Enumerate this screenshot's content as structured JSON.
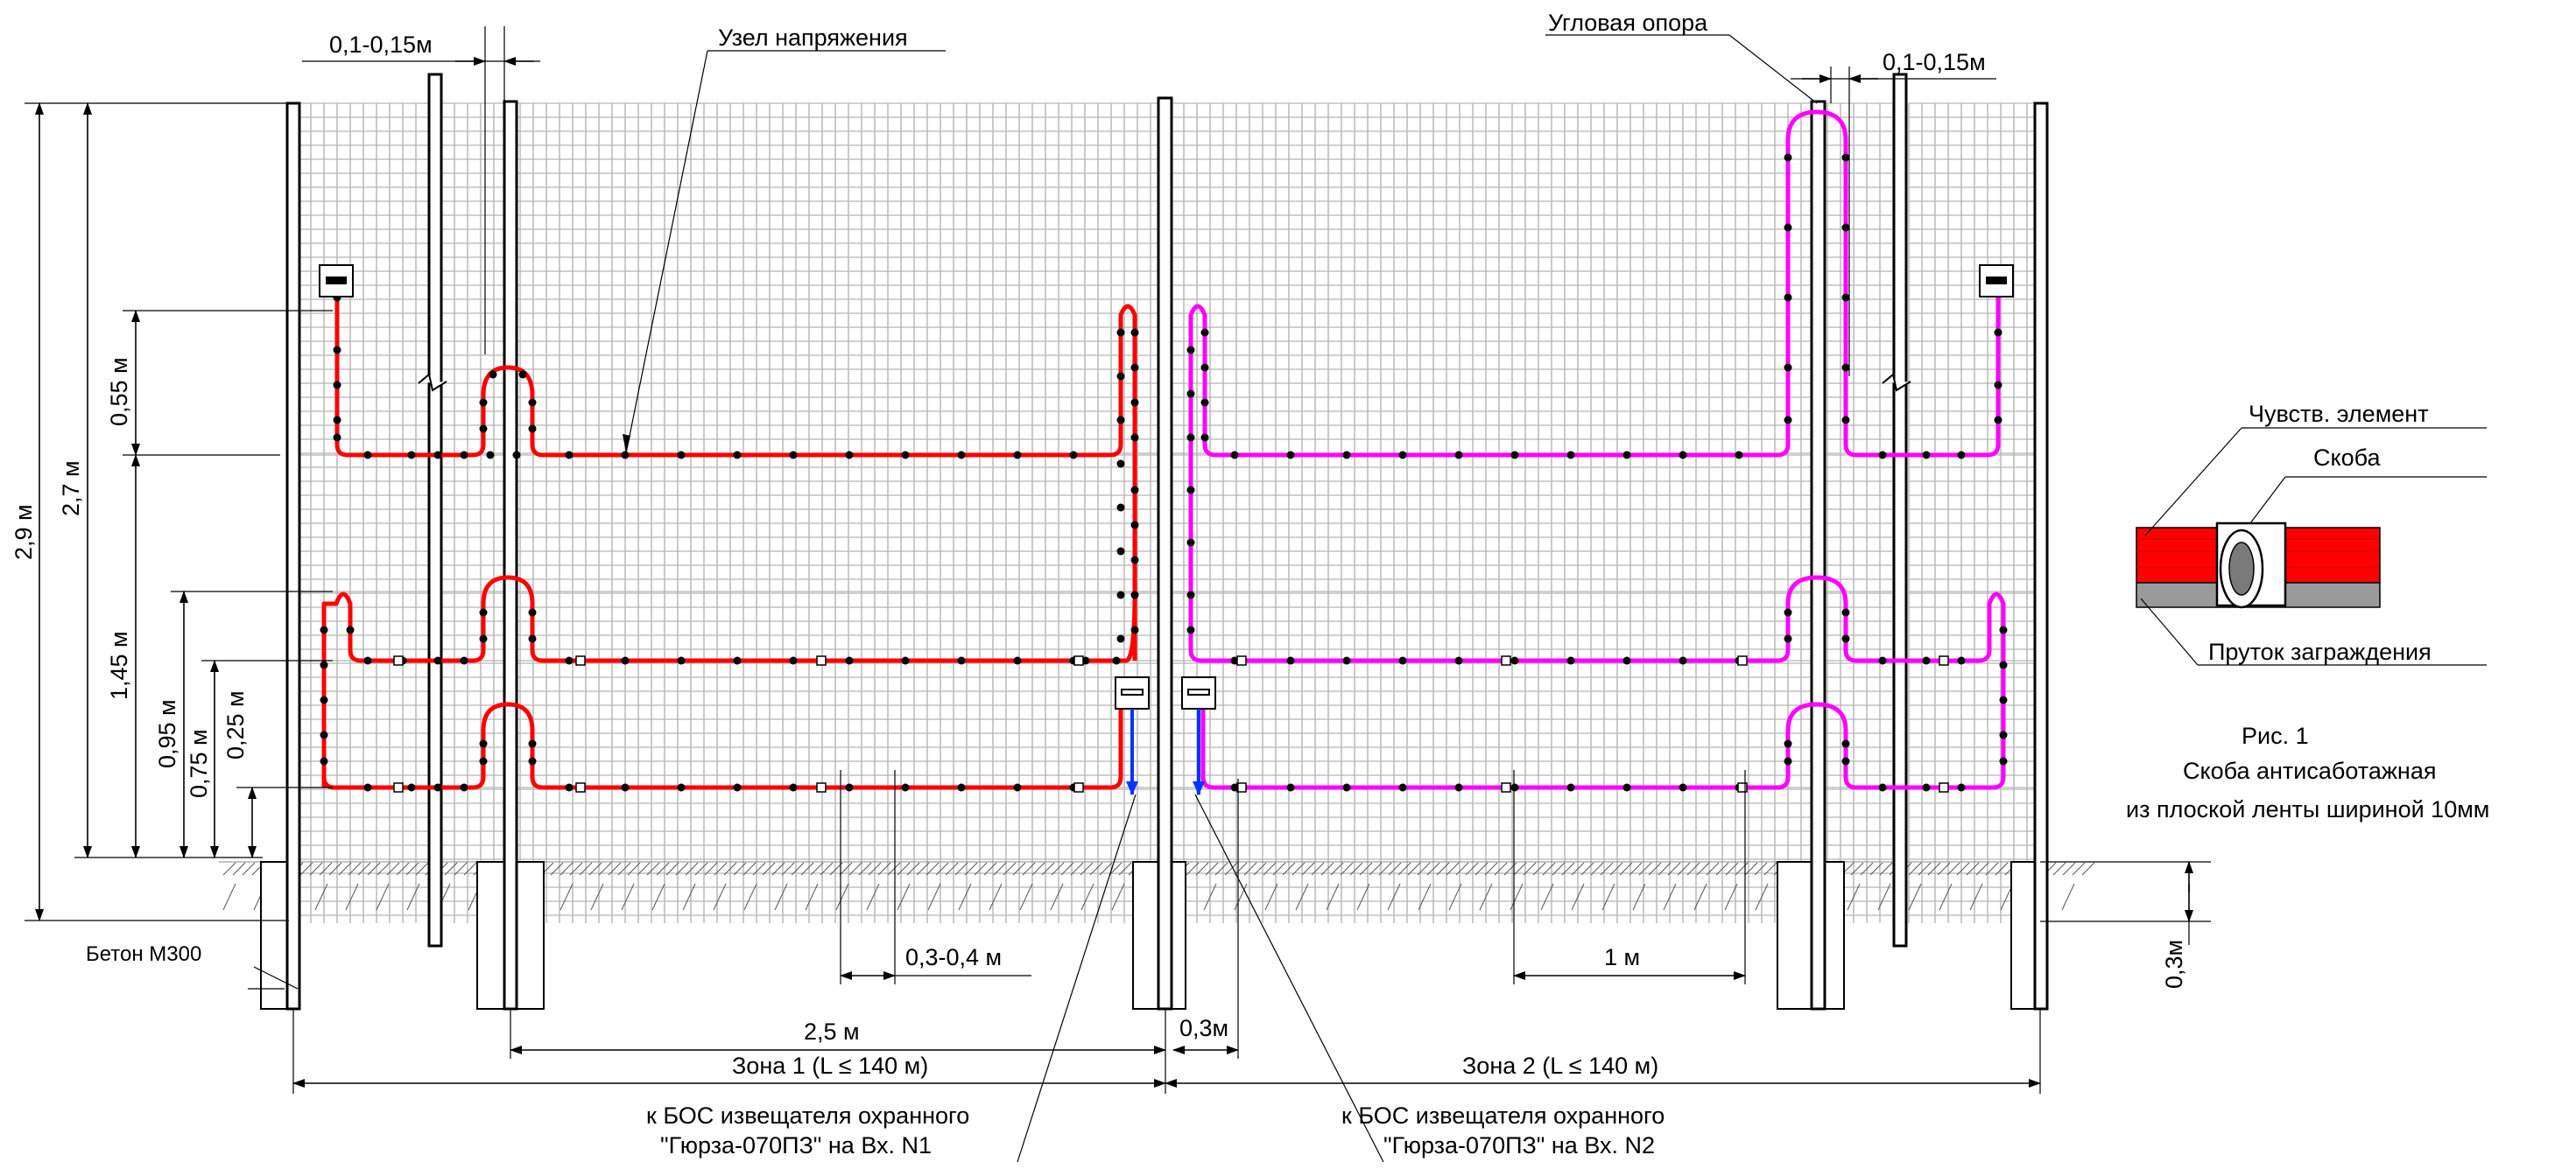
{
  "labels": {
    "gap_left": "0,1-0,15м",
    "gap_right": "0,1-0,15м",
    "tension_node": "Узел напряжения",
    "corner_post": "Угловая опора",
    "h_total": "2,9 м",
    "h_fence": "2,7 м",
    "h_055": "0,55 м",
    "h_145": "1,45 м",
    "h_095": "0,95 м",
    "h_075": "0,75 м",
    "h_025": "0,25 м",
    "concrete": "Бетон М300",
    "span_25": "2,5 м",
    "bracket_step": "0,3-0,4 м",
    "step_1m": "1 м",
    "offset_03": "0,3м",
    "depth_03": "0,3м",
    "zone1": "Зона 1 (L ≤ 140 м)",
    "zone2": "Зона 2 (L ≤ 140 м)",
    "bos1_line1": "к БОС извещателя охранного",
    "bos1_line2": "\"Гюрза-070ПЗ\" на Вх. N1",
    "bos2_line1": "к БОС извещателя охранного",
    "bos2_line2": "\"Гюрза-070ПЗ\" на Вх. N2"
  },
  "inset": {
    "sensor": "Чувств. элемент",
    "clip": "Скоба",
    "rod": "Пруток заграждения"
  },
  "caption": {
    "fig": "Рис. 1",
    "line1": "Скоба антисаботажная",
    "line2": "из плоской ленты  шириной 10мм"
  },
  "colors": {
    "zone1_cable": "#ff0000",
    "zone2_cable": "#ff00ff",
    "lead_cable": "#0033ff",
    "mesh": "#b4b4b4",
    "ground_hatch": "#555555"
  }
}
